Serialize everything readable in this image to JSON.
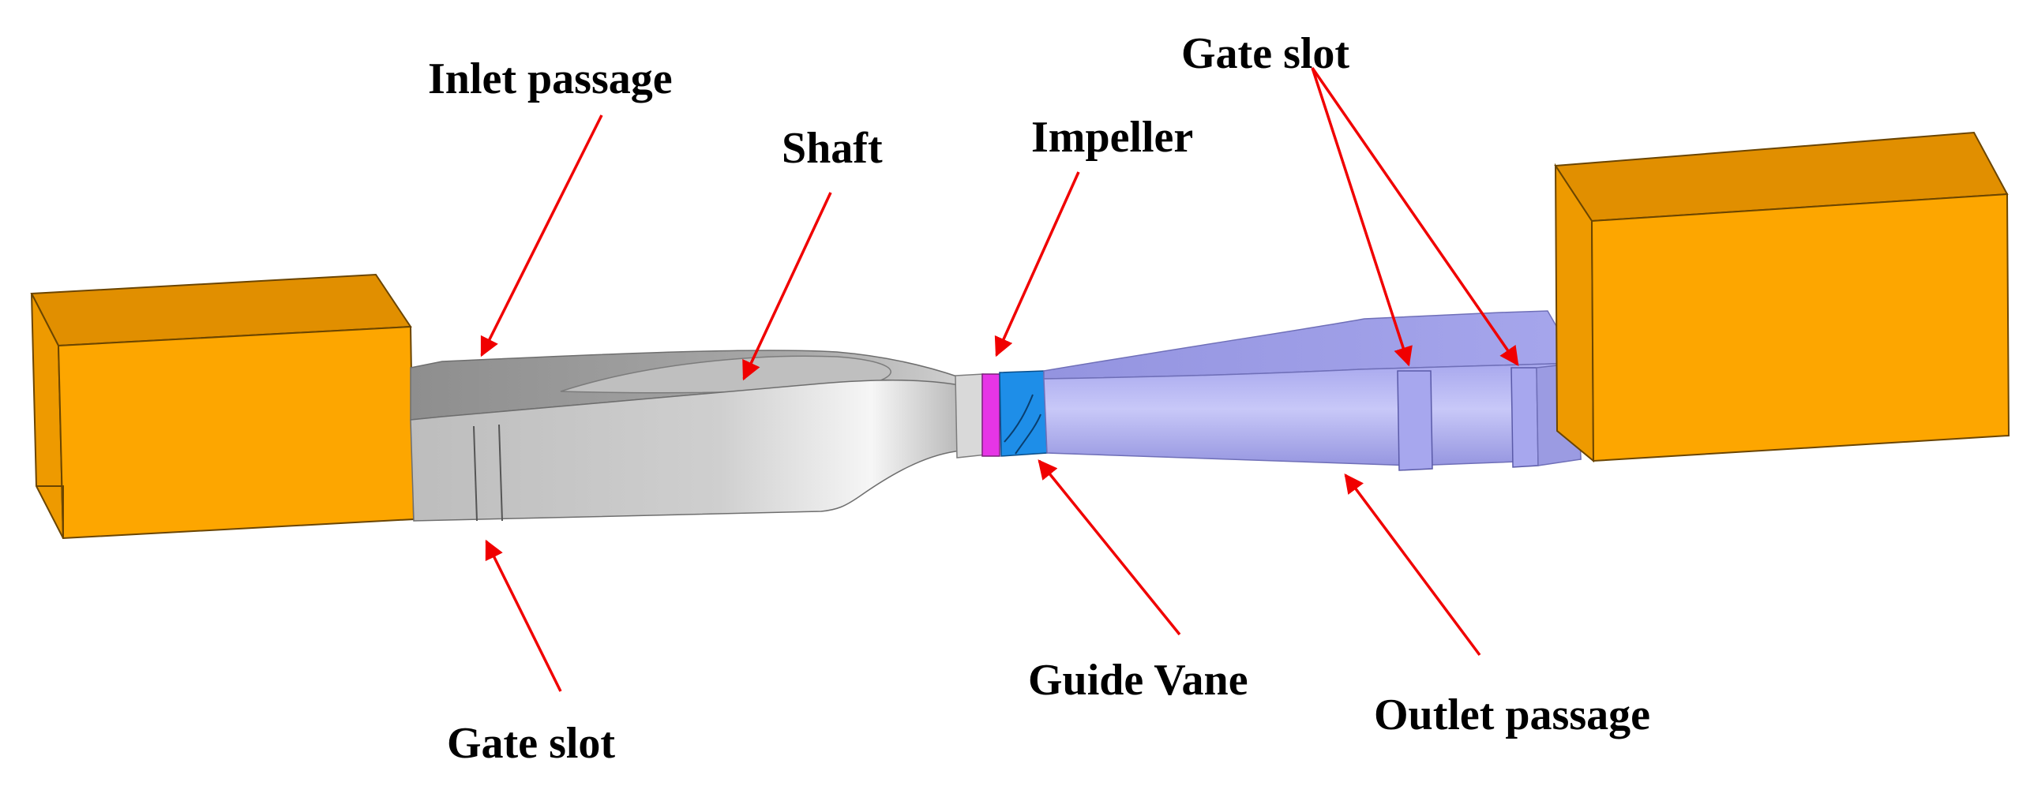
{
  "labels": {
    "inlet_passage": "Inlet passage",
    "shaft": "Shaft",
    "impeller": "Impeller",
    "gate_slot_top": "Gate slot",
    "gate_slot_bottom": "Gate slot",
    "guide_vane": "Guide Vane",
    "outlet_passage": "Outlet passage"
  },
  "colors": {
    "tank_front": "#FDA600",
    "tank_top": "#E18F00",
    "tank_side": "#EE9A00",
    "tank_edge": "#7A4F00",
    "inlet_light": "#F4F4F4",
    "inlet_dark": "#A9A9A9",
    "outlet_light": "#B6B6F4",
    "outlet_dark": "#9A9AE6",
    "impeller": "#E635E6",
    "guide_vane": "#1E8EE8",
    "arrow": "#F00000",
    "text": "#000000"
  }
}
